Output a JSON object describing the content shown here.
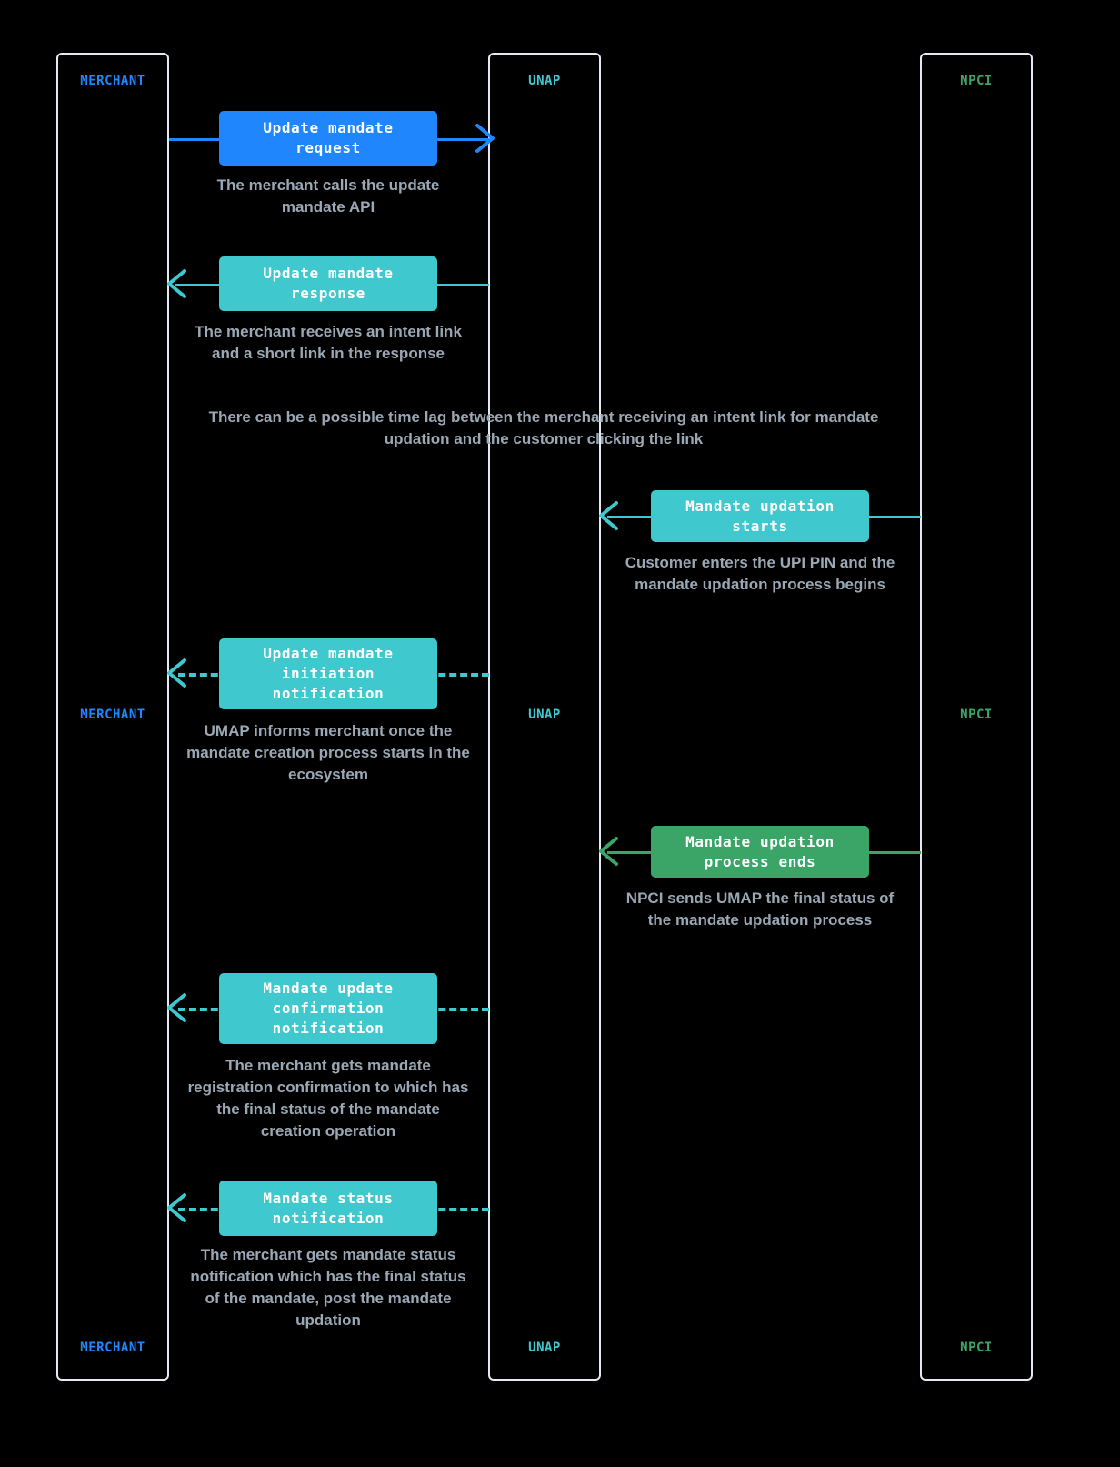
{
  "diagram": {
    "title": "Mandate update sequence",
    "background": "#000000",
    "lane_border_color": "#e3e9f3",
    "caption_color": "#9aa7b4",
    "colors": {
      "merchant": "#1f86fd",
      "unap": "#3fc8cd",
      "npci": "#3aa567"
    }
  },
  "lanes": [
    {
      "id": "merchant",
      "label": "MERCHANT",
      "color": "#1f86fd"
    },
    {
      "id": "unap",
      "label": "UNAP",
      "color": "#3fc8cd"
    },
    {
      "id": "npci",
      "label": "NPCI",
      "color": "#3aa567"
    }
  ],
  "lane_labels_mid": [
    {
      "label": "MERCHANT"
    },
    {
      "label": "UNAP"
    },
    {
      "label": "NPCI"
    }
  ],
  "lane_labels_bottom": [
    {
      "label": "MERCHANT"
    },
    {
      "label": "UNAP"
    },
    {
      "label": "NPCI"
    }
  ],
  "messages": [
    {
      "id": "update-mandate-request",
      "box_label": "Update mandate\nrequest",
      "caption": "The merchant calls the update\nmandate API",
      "color": "#1f86fd",
      "direction": "right",
      "style": "solid",
      "from": "MERCHANT",
      "to": "UNAP"
    },
    {
      "id": "update-mandate-response",
      "box_label": "Update mandate\nresponse",
      "caption": "The merchant receives an intent link\nand a short link in the response",
      "color": "#3fc8cd",
      "direction": "left",
      "style": "solid",
      "from": "UNAP",
      "to": "MERCHANT"
    },
    {
      "id": "mandate-updation-starts",
      "box_label": "Mandate updation\nstarts",
      "caption": "Customer enters the UPI PIN and the\nmandate updation process begins",
      "color": "#3fc8cd",
      "direction": "left",
      "style": "solid",
      "from": "NPCI",
      "to": "UNAP"
    },
    {
      "id": "update-mandate-initiation-notification",
      "box_label": "Update mandate\ninitiation\nnotification",
      "caption": "UMAP informs merchant once the\nmandate creation process starts in the\necosystem",
      "color": "#3fc8cd",
      "direction": "left",
      "style": "dashed",
      "from": "UNAP",
      "to": "MERCHANT"
    },
    {
      "id": "mandate-updation-process-ends",
      "box_label": "Mandate updation\nprocess ends",
      "caption": "NPCI sends UMAP the final status of\nthe mandate updation process",
      "color": "#3aa567",
      "direction": "left",
      "style": "solid",
      "from": "NPCI",
      "to": "UNAP"
    },
    {
      "id": "mandate-update-confirmation-notification",
      "box_label": "Mandate update\nconfirmation\nnotification",
      "caption": "The merchant gets mandate\nregistration confirmation to which has\nthe final status of the mandate\ncreation operation",
      "color": "#3fc8cd",
      "direction": "left",
      "style": "dashed",
      "from": "UNAP",
      "to": "MERCHANT"
    },
    {
      "id": "mandate-status-notification",
      "box_label": "Mandate status\nnotification",
      "caption": "The merchant gets mandate status\nnotification which has the final status\nof the mandate, post the mandate\nupdation",
      "color": "#3fc8cd",
      "direction": "left",
      "style": "dashed",
      "from": "UNAP",
      "to": "MERCHANT"
    }
  ],
  "notes": [
    {
      "id": "time-lag-note",
      "text": "There can be a possible time lag between the merchant receiving an intent link for mandate\nupdation and the customer clicking the link"
    }
  ]
}
